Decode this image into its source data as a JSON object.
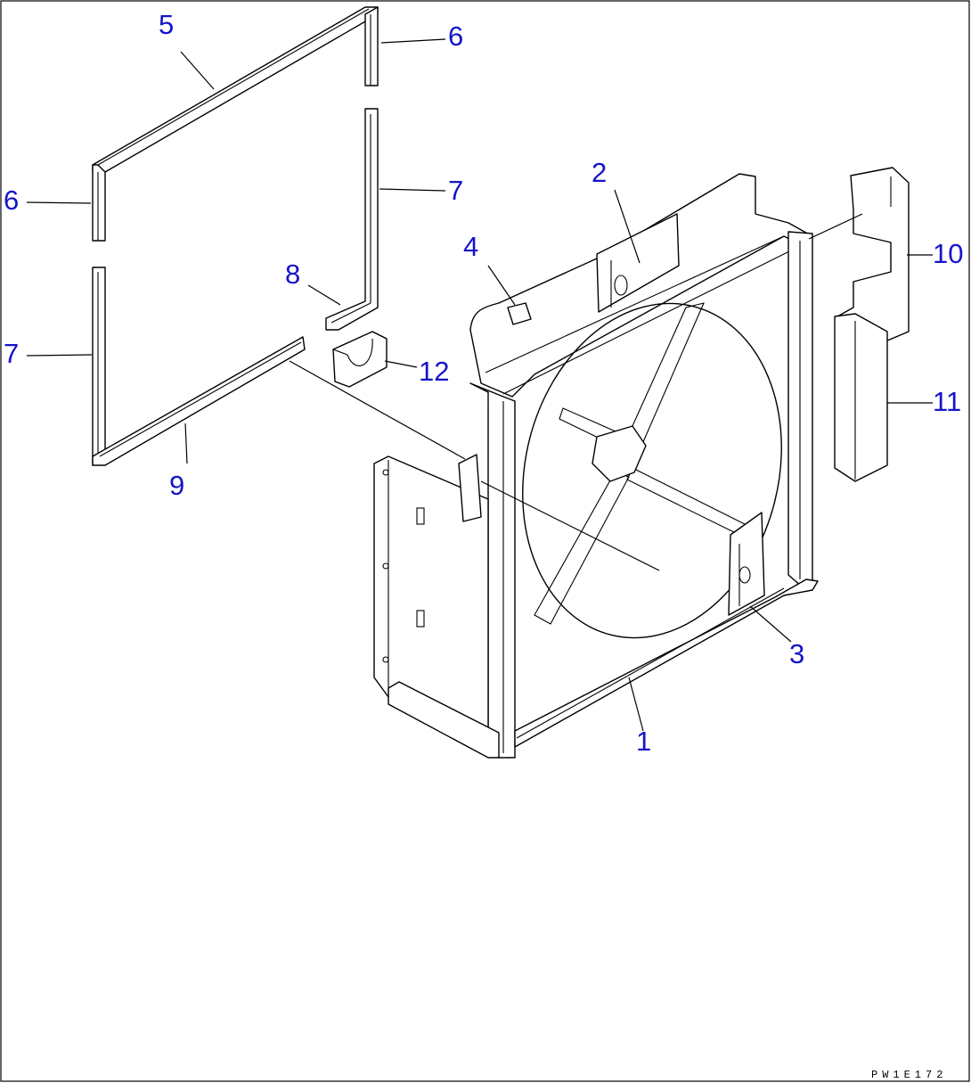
{
  "callouts": [
    {
      "id": "1",
      "label": "1"
    },
    {
      "id": "2",
      "label": "2"
    },
    {
      "id": "3",
      "label": "3"
    },
    {
      "id": "4",
      "label": "4"
    },
    {
      "id": "5",
      "label": "5"
    },
    {
      "id": "6a",
      "label": "6"
    },
    {
      "id": "6b",
      "label": "6"
    },
    {
      "id": "7a",
      "label": "7"
    },
    {
      "id": "7b",
      "label": "7"
    },
    {
      "id": "8",
      "label": "8"
    },
    {
      "id": "9",
      "label": "9"
    },
    {
      "id": "10",
      "label": "10"
    },
    {
      "id": "11",
      "label": "11"
    },
    {
      "id": "12",
      "label": "12"
    }
  ],
  "drawing_code": "PW1E172",
  "colors": {
    "callout": "#1515c8",
    "line": "#000000",
    "background": "#ffffff"
  }
}
